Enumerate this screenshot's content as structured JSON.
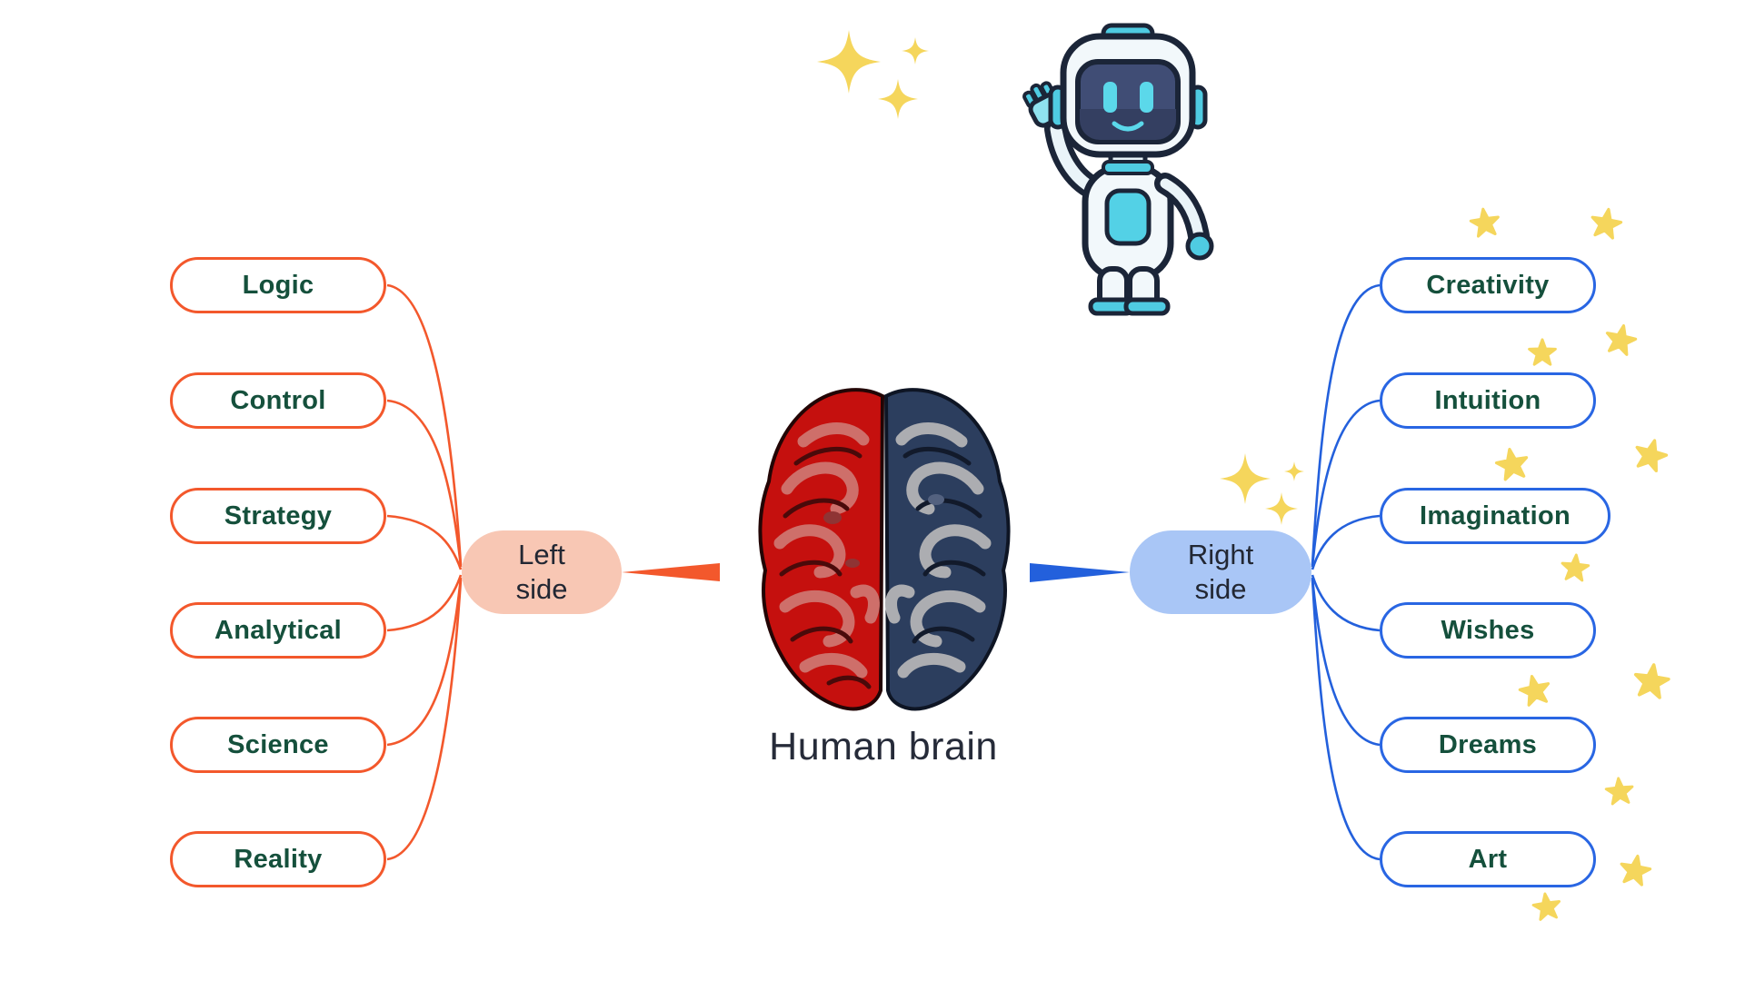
{
  "center": {
    "label": "Human brain"
  },
  "left_branch": {
    "hub": {
      "line1": "Left",
      "line2": "side"
    },
    "items": [
      "Logic",
      "Control",
      "Strategy",
      "Analytical",
      "Science",
      "Reality"
    ]
  },
  "right_branch": {
    "hub": {
      "line1": "Right",
      "line2": "side"
    },
    "items": [
      "Creativity",
      "Intuition",
      "Imagination",
      "Wishes",
      "Dreams",
      "Art"
    ]
  },
  "icons": {
    "robot": "robot-mascot-icon",
    "brain": "split-brain-icon",
    "star": "star-icon",
    "sparkle": "sparkle-icon"
  },
  "colors": {
    "left_accent": "#F3582C",
    "right_accent": "#2360DC",
    "node_text_green": "#15503C",
    "hub_text": "#222733",
    "left_hub_fill": "#F8C7B4",
    "right_hub_fill": "#A9C6F6",
    "star_yellow": "#F5D65C",
    "brain_left_red": "#C5100E",
    "brain_right_navy": "#2C3E5E",
    "background": "#FFFFFF"
  }
}
